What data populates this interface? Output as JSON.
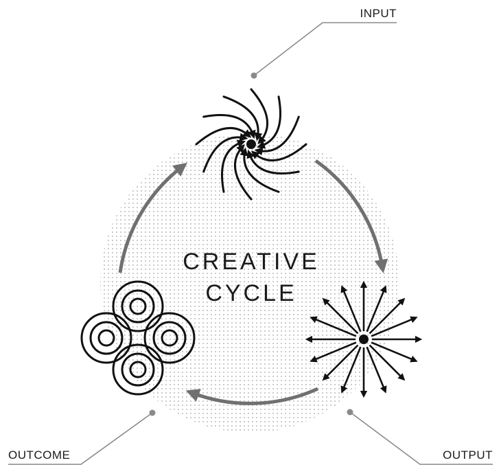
{
  "labels": {
    "input": "INPUT",
    "output": "OUTPUT",
    "outcome": "OUTCOME",
    "center_line1": "CREATIVE",
    "center_line2": "CYCLE"
  },
  "colors": {
    "ink": "#111111",
    "arrow": "#707070",
    "leader": "#8a8a8a",
    "dots": "#bdbdbd"
  }
}
